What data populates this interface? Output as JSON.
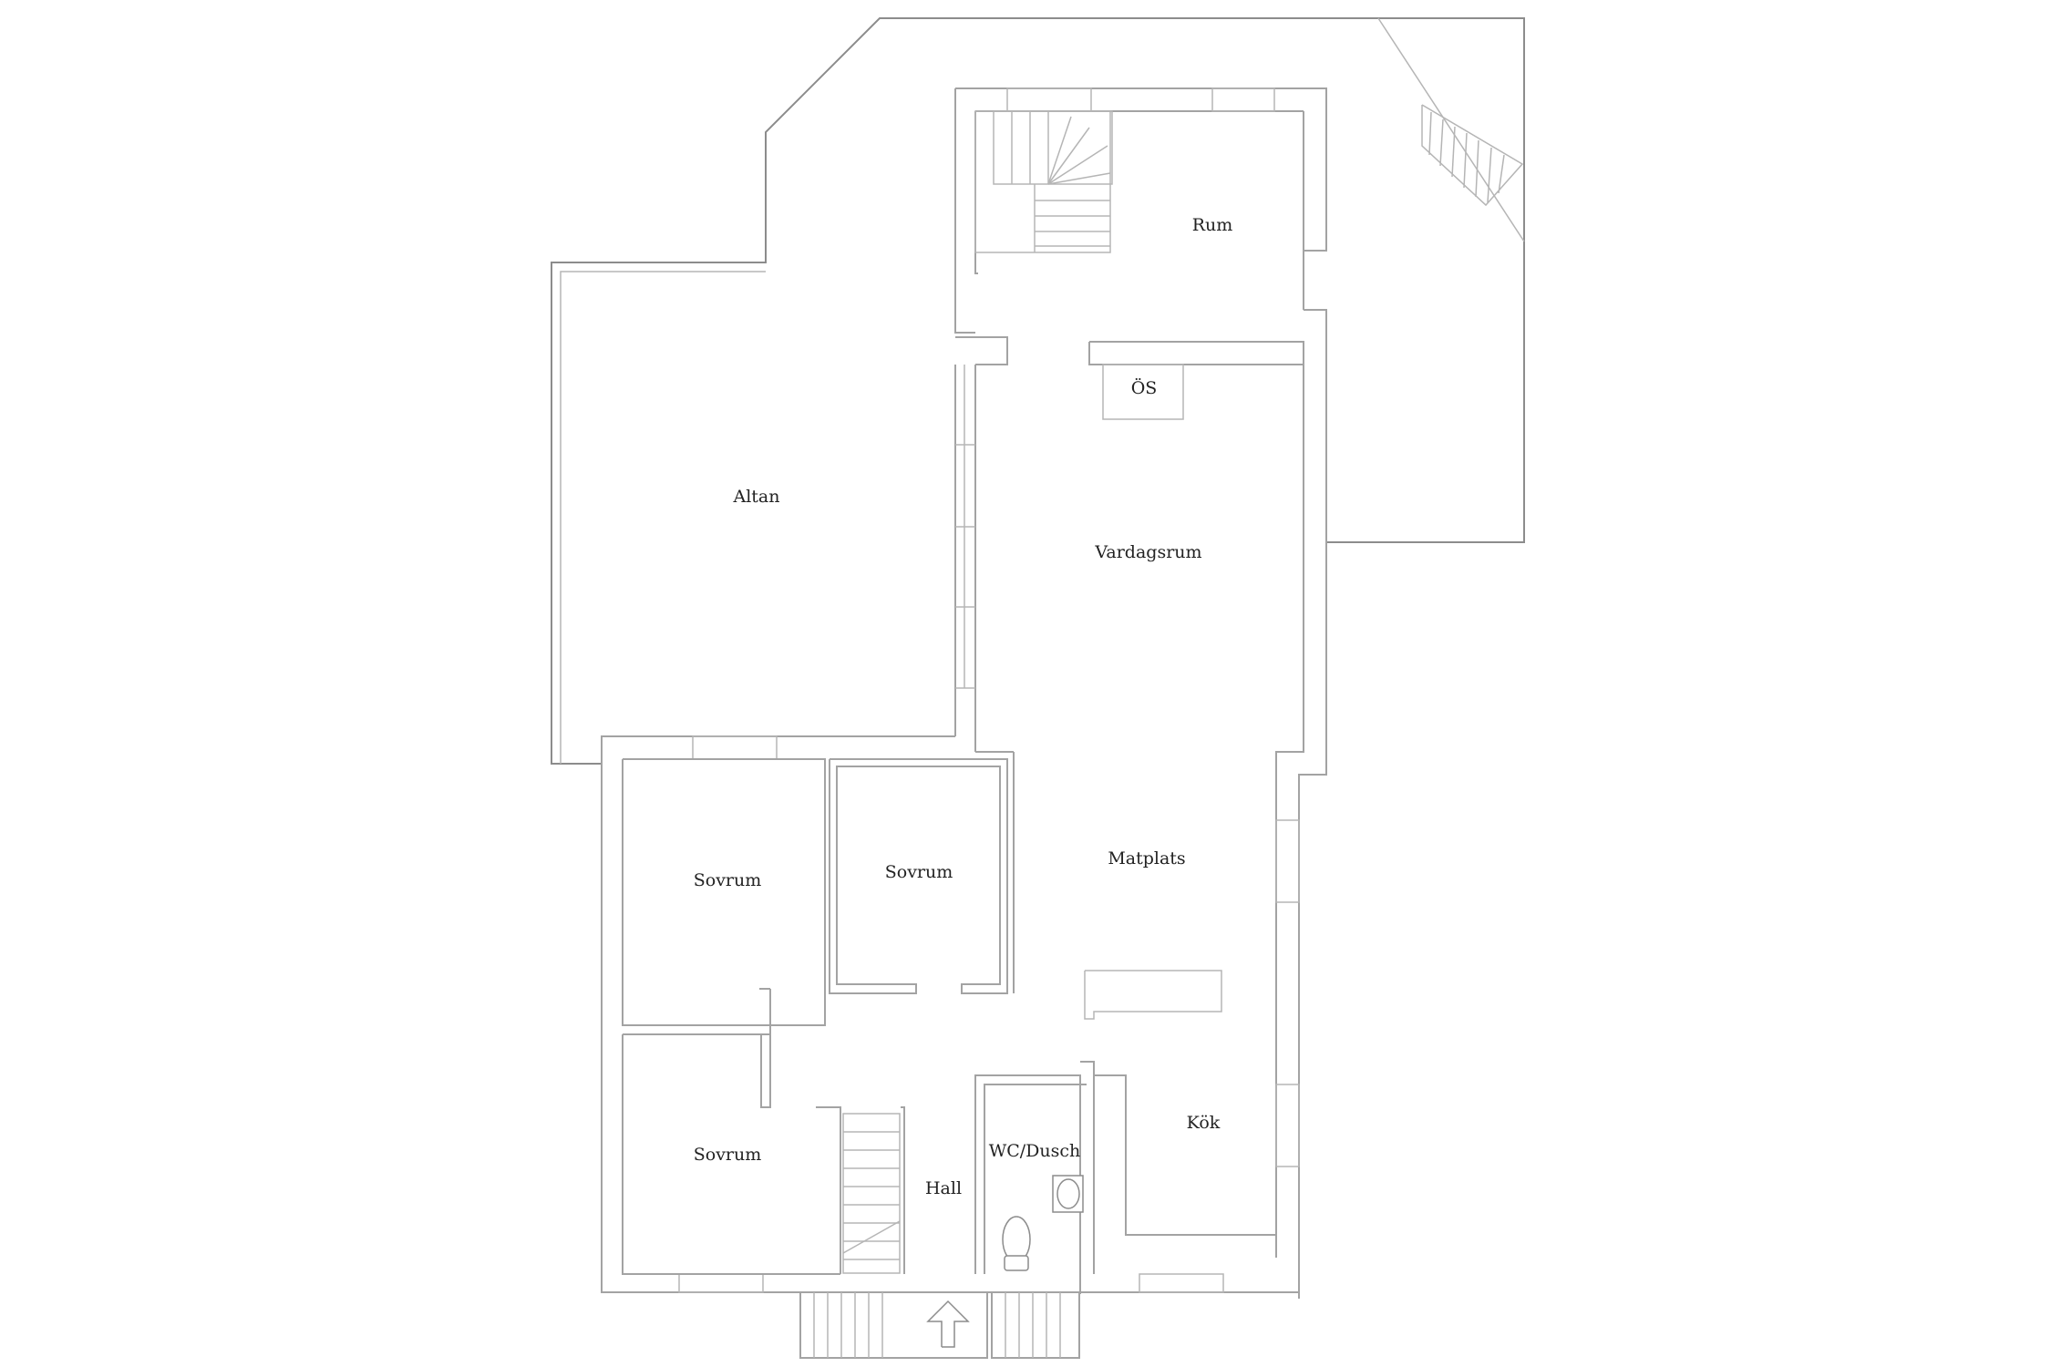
{
  "rooms": {
    "rum": "Rum",
    "os": "ÖS",
    "altan": "Altan",
    "vardagsrum": "Vardagsrum",
    "matplats": "Matplats",
    "sovrum_1": "Sovrum",
    "sovrum_2": "Sovrum",
    "sovrum_3": "Sovrum",
    "kok": "Kök",
    "wc_dusch": "WC/Dusch",
    "hall": "Hall"
  },
  "icons": {
    "entrance": "entrance-arrow-icon",
    "toilet": "toilet-icon",
    "sink": "sink-icon"
  },
  "colors": {
    "wall": "#a3a3a3",
    "text": "#222222",
    "background": "#ffffff"
  }
}
